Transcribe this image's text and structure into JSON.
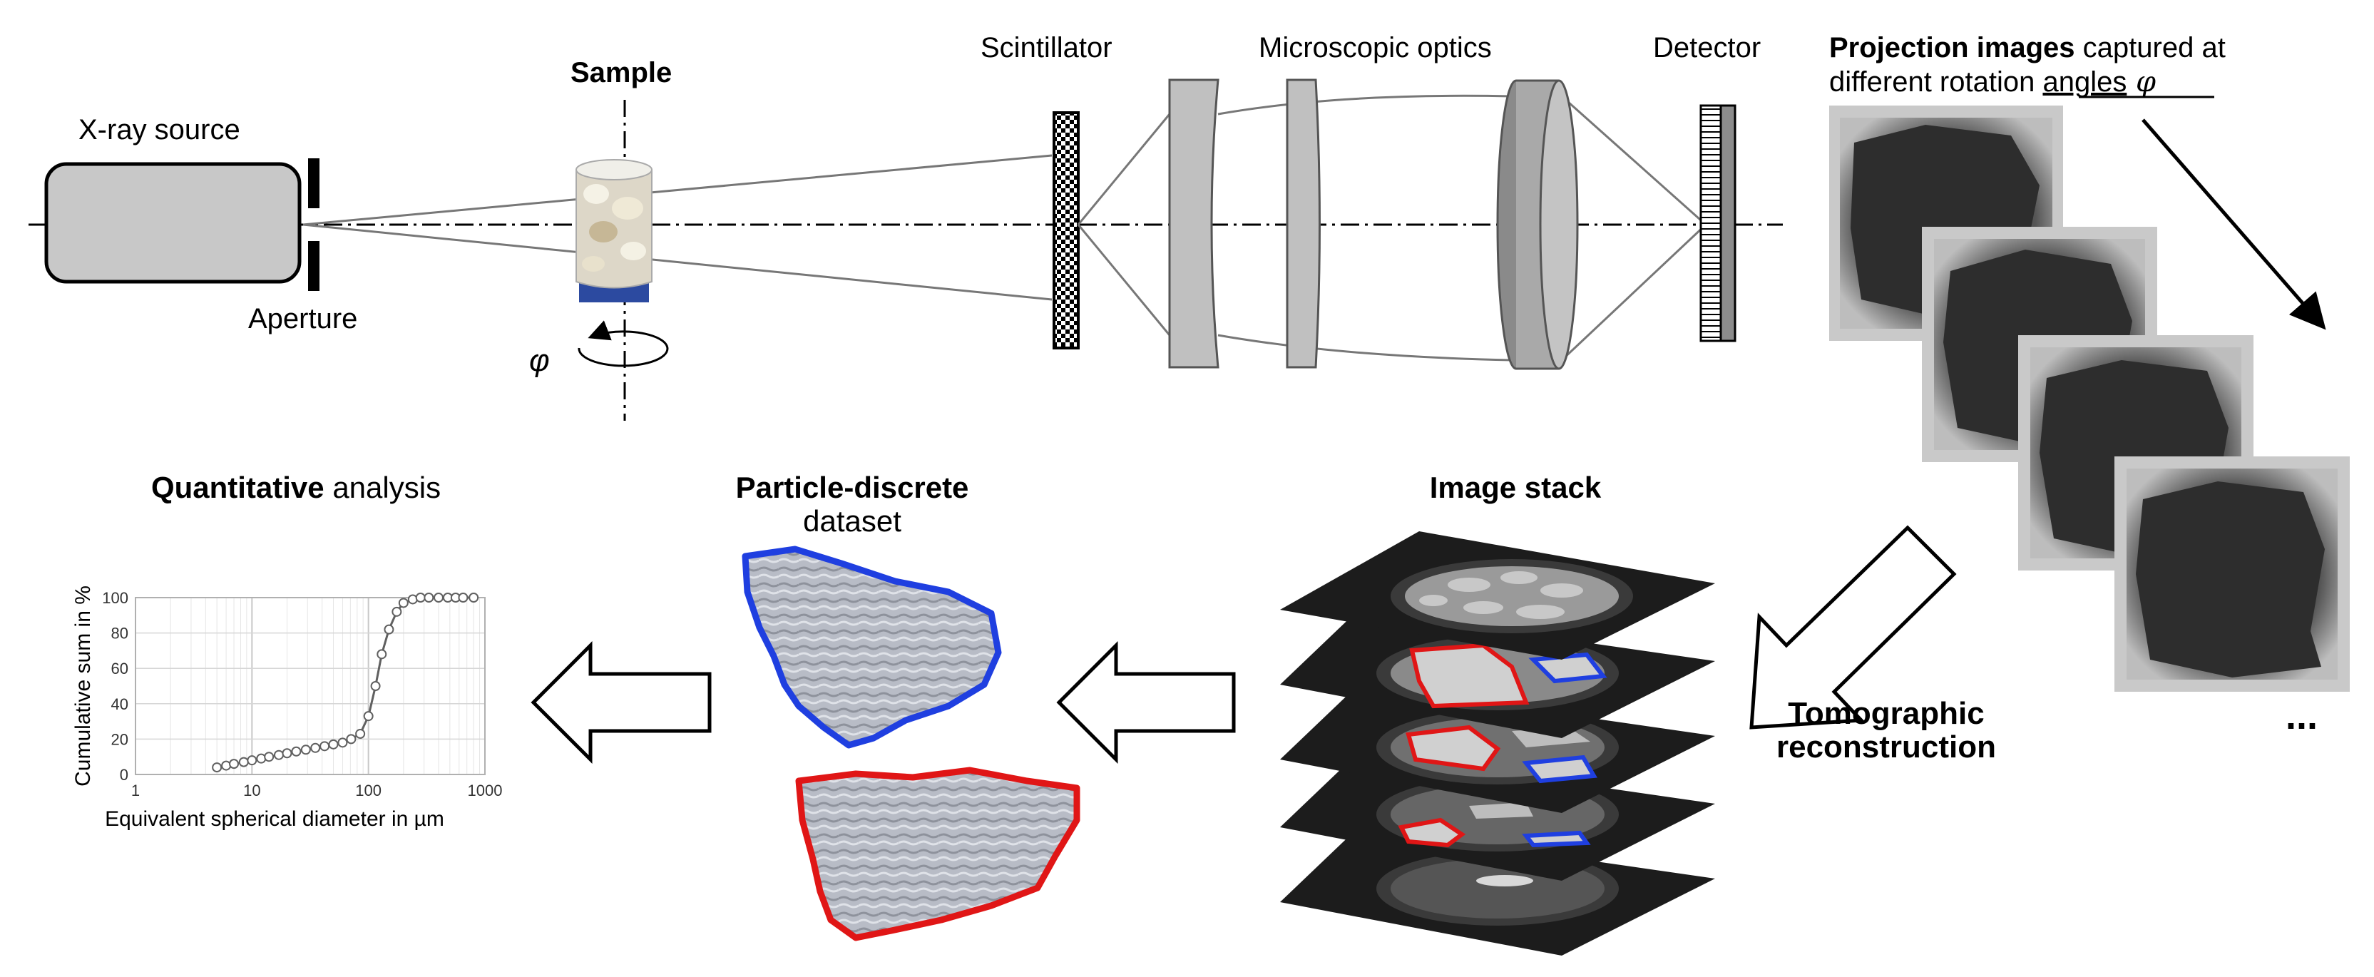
{
  "labels": {
    "xray_source": "X-ray source",
    "aperture": "Aperture",
    "sample": "Sample",
    "phi_symbol": "φ",
    "scintillator": "Scintillator",
    "microscopic_optics": "Microscopic optics",
    "detector": "Detector",
    "projection_bold": "Projection images",
    "projection_rest": " captured at",
    "projection_line2_a": "different rotation ",
    "projection_line2_b": "angles",
    "projection_line2_phi": " φ",
    "tomo_line1": "Tomographic",
    "tomo_line2": "reconstruction",
    "ellipsis": "...",
    "image_stack": "Image stack",
    "particle_bold": "Particle-discrete",
    "particle_rest": "dataset",
    "quant_bold": "Quantitative",
    "quant_rest": " analysis"
  },
  "colors": {
    "box_fill": "#c8c8c8",
    "lens_fill": "#c0c0c0",
    "lens_dark": "#8a8a8a",
    "blue_outline": "#1f3fe0",
    "red_outline": "#e01616",
    "slice_bg": "#1c1c1c",
    "curve": "#606060"
  },
  "chart_data": {
    "type": "line",
    "x_scale": "log",
    "xlabel": "Equivalent spherical diameter in µm",
    "ylabel": "Cumulative sum in %",
    "xlim": [
      1,
      1000
    ],
    "ylim": [
      0,
      100
    ],
    "x_ticks": [
      "1",
      "10",
      "100",
      "1000"
    ],
    "y_ticks": [
      "0",
      "20",
      "40",
      "60",
      "80",
      "100"
    ],
    "grid": true,
    "series": [
      {
        "x": [
          5,
          6,
          7,
          8.5,
          10,
          12,
          14,
          17,
          20,
          24,
          29,
          35,
          42,
          50,
          60,
          71,
          85,
          100,
          115,
          130,
          150,
          175,
          200,
          240,
          280,
          330,
          400,
          480,
          560,
          650,
          800
        ],
        "y": [
          4,
          5,
          6,
          7,
          8,
          9,
          10,
          11,
          12,
          13,
          14,
          15,
          16,
          17,
          18,
          20,
          23,
          33,
          50,
          68,
          82,
          92,
          97,
          99,
          100,
          100,
          100,
          100,
          100,
          100,
          100
        ]
      }
    ]
  }
}
